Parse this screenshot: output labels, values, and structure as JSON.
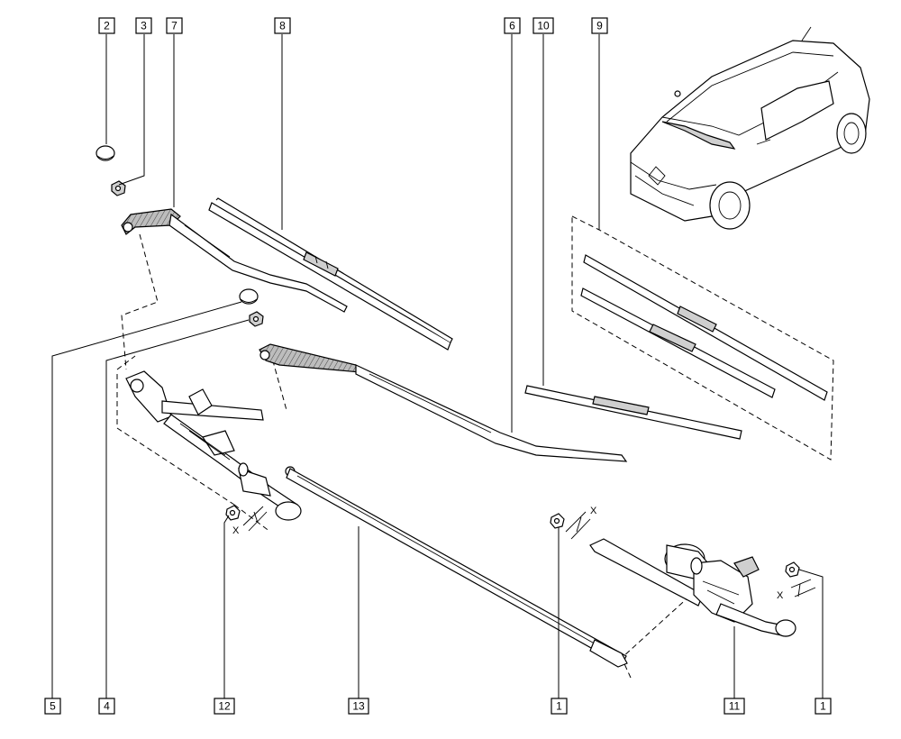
{
  "callouts": {
    "c2": "2",
    "c3": "3",
    "c7": "7",
    "c8": "8",
    "c6": "6",
    "c10": "10",
    "c9": "9",
    "c5": "5",
    "c4": "4",
    "c12": "12",
    "c13": "13",
    "c1a": "1",
    "c11": "11",
    "c1b": "1"
  },
  "marks": {
    "x1": "X",
    "x2": "X",
    "x3": "X"
  },
  "icons": {
    "car": "car-illustration",
    "nut": "nut-icon",
    "cap": "cap-icon"
  }
}
